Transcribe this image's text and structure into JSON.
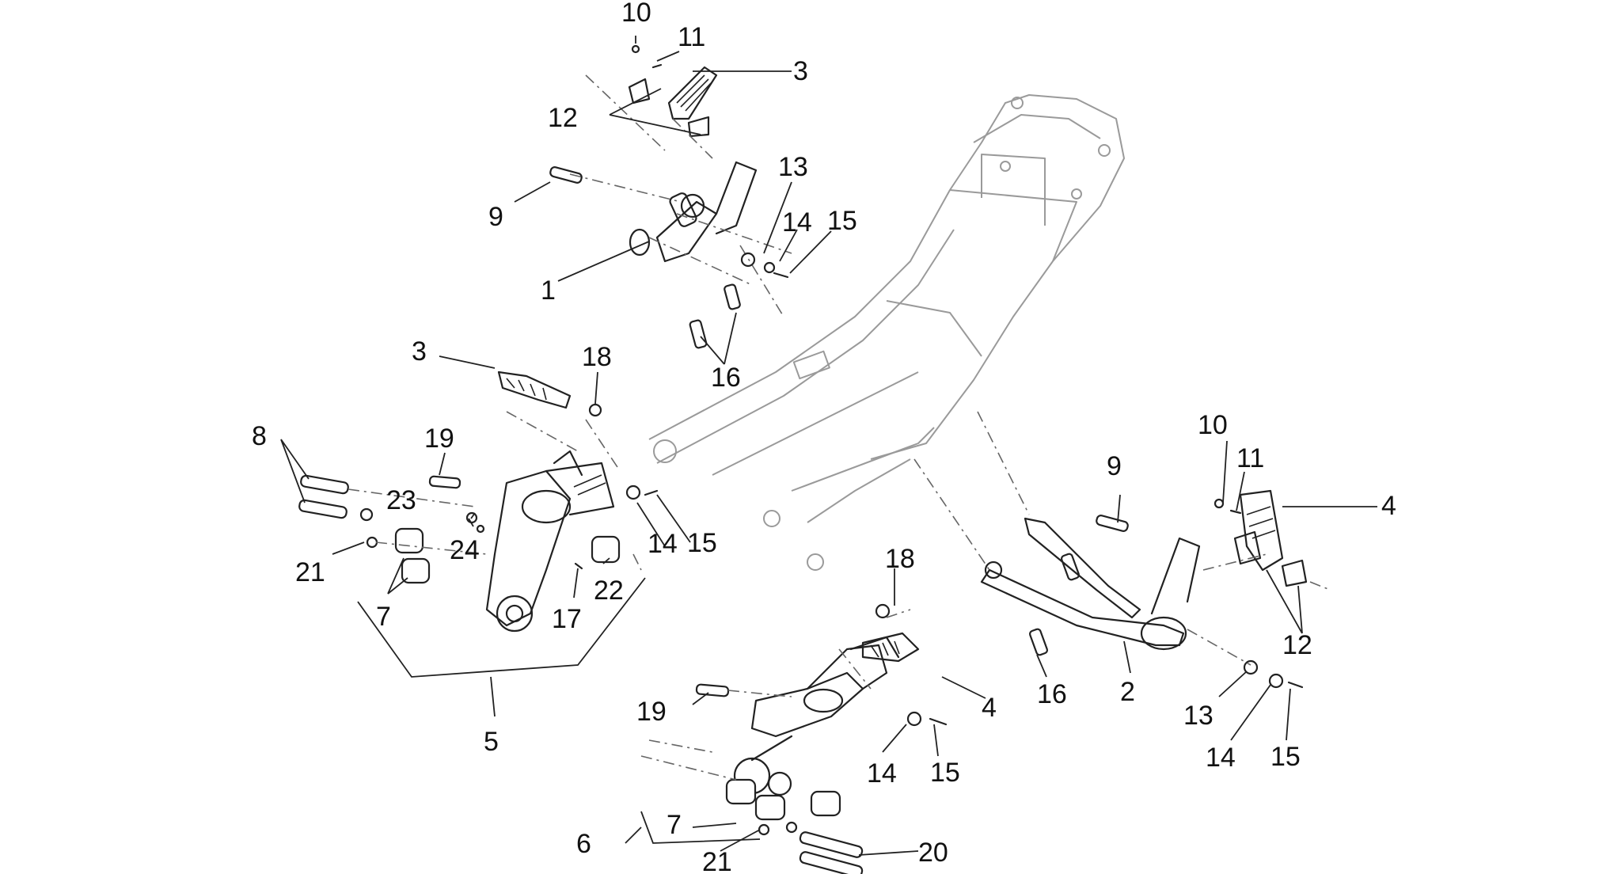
{
  "callouts": {
    "c1": "1",
    "c2": "2",
    "c3a": "3",
    "c3b": "3",
    "c4a": "4",
    "c4b": "4",
    "c5": "5",
    "c6": "6",
    "c7a": "7",
    "c7b": "7",
    "c8": "8",
    "c9a": "9",
    "c9b": "9",
    "c10a": "10",
    "c10b": "10",
    "c11a": "11",
    "c11b": "11",
    "c12a": "12",
    "c12b": "12",
    "c13a": "13",
    "c13b": "13",
    "c14a": "14",
    "c14b": "14",
    "c14c": "14",
    "c14d": "14",
    "c15a": "15",
    "c15b": "15",
    "c15c": "15",
    "c15d": "15",
    "c16a": "16",
    "c16b": "16",
    "c17": "17",
    "c18a": "18",
    "c18b": "18",
    "c19a": "19",
    "c19b": "19",
    "c20": "20",
    "c21a": "21",
    "c21b": "21",
    "c22": "22",
    "c23": "23",
    "c24": "24"
  },
  "colors": {
    "line": "#222222",
    "frame": "#9a9a9a",
    "background": "#ffffff"
  }
}
